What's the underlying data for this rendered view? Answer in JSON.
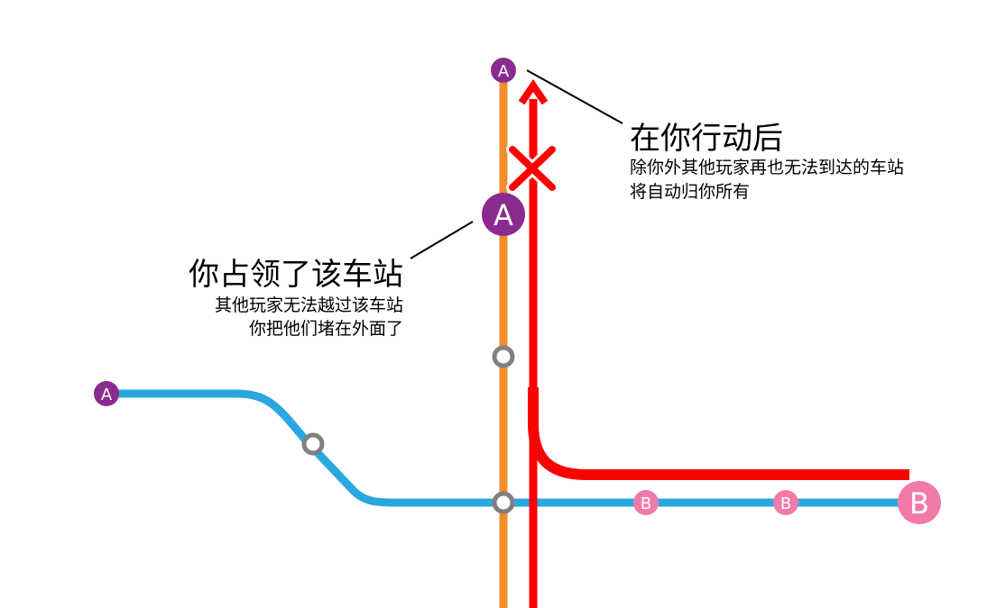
{
  "callout_top": {
    "title": "在你行动后",
    "line1": "除你外其他玩家再也无法到达的车站",
    "line2": "将自动归你所有"
  },
  "callout_mid": {
    "title": "你占领了该车站",
    "line1": "其他玩家无法越过该车站",
    "line2": "你把他们堵在外面了"
  },
  "stations": {
    "a_label": "A",
    "b_label": "B"
  },
  "colors": {
    "orange_line": "#F28C28",
    "blue_line": "#2AA7DF",
    "red_route": "#FF0000",
    "station_a": "#8B2B8F",
    "station_b": "#F07BAA",
    "empty_station": "#808080"
  }
}
